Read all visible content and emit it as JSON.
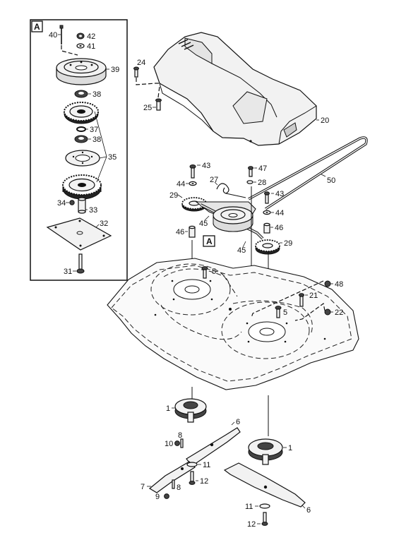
{
  "inset": {
    "tag": "A",
    "labels": {
      "p40": "40",
      "p42": "42",
      "p41": "41",
      "p39": "39",
      "p38a": "38",
      "p37": "37",
      "p38b": "38",
      "p35": "35",
      "p34": "34",
      "p33": "33",
      "p32": "32",
      "p31": "31"
    }
  },
  "main": {
    "callout_tag": "A",
    "labels": {
      "p24": "24",
      "p25": "25",
      "p20": "20",
      "p50": "50",
      "p43a": "43",
      "p47": "47",
      "p27": "27",
      "p28": "28",
      "p44a": "44",
      "p29a": "29",
      "p43b": "43",
      "p44b": "44",
      "p46a": "46",
      "p45a": "45",
      "p46b": "46",
      "p45b": "45",
      "p29b": "29",
      "p5a": "5",
      "p5b": "5",
      "p48": "48",
      "p21": "21",
      "p22": "22",
      "p1a": "1",
      "p6a": "6",
      "p8a": "8",
      "p10": "10",
      "p11a": "11",
      "p7": "7",
      "p8b": "8",
      "p9": "9",
      "p12a": "12",
      "p1b": "1",
      "p11b": "11",
      "p6b": "6",
      "p12b": "12"
    }
  }
}
